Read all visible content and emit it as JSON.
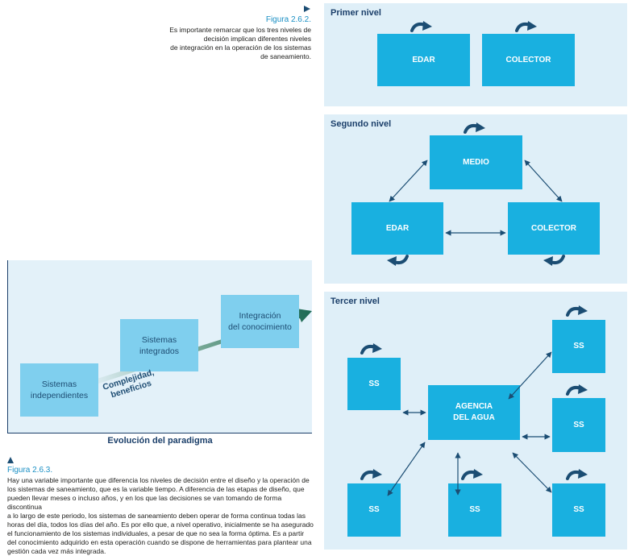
{
  "fig262": {
    "label": "Figura 2.6.2.",
    "lines": [
      "Es importante remarcar que los tres niveles de",
      "decisión implican diferentes niveles",
      "de integración en la operación de los sistemas",
      "de saneamiento."
    ]
  },
  "fig263": {
    "label": "Figura 2.6.3.",
    "lines": [
      "Hay una variable importante que diferencia los niveles de decisión entre el diseño y la operación de",
      "los sistemas de saneamiento, que es la variable tiempo. A diferencia de las etapas de diseño, que",
      "pueden llevar meses o incluso años, y en los que las decisiones se van tomando de forma discontinua",
      "a lo largo de este periodo, los sistemas de saneamiento deben operar de forma continua todas las",
      "horas del día, todos los días del año. Es por ello que, a nivel operativo, inicialmente se ha asegurado",
      "el funcionamiento de los sistemas individuales, a pesar de que no sea la forma óptima. Es a partir",
      "del conocimiento adquirido en esta operación cuando se dispone de herramientas para plantear una",
      "gestión cada vez más integrada."
    ]
  },
  "paradigm": {
    "stage1": [
      "Sistemas",
      "independientes"
    ],
    "stage2": [
      "Sistemas",
      "integrados"
    ],
    "stage3": [
      "Integración",
      "del conocimiento"
    ],
    "arrow_label": [
      "Complejidad,",
      "beneficios"
    ],
    "xlabel": "Evolución del paradigma"
  },
  "level1": {
    "title": "Primer nivel",
    "edar": "EDAR",
    "colector": "COLECTOR"
  },
  "level2": {
    "title": "Segundo nivel",
    "medio": "MEDIO",
    "edar": "EDAR",
    "colector": "COLECTOR"
  },
  "level3": {
    "title": "Tercer nivel",
    "agencia": [
      "AGENCIA",
      "DEL AGUA"
    ],
    "ss": [
      "SS",
      "SS",
      "SS",
      "SS",
      "SS",
      "SS"
    ]
  },
  "colors": {
    "box": "#19b0e0",
    "light_box": "#7fcfee",
    "panel": "#dfeff8",
    "arrow": "#1b4d73",
    "title": "#1b3f6a",
    "caption": "#1a8fc4"
  }
}
